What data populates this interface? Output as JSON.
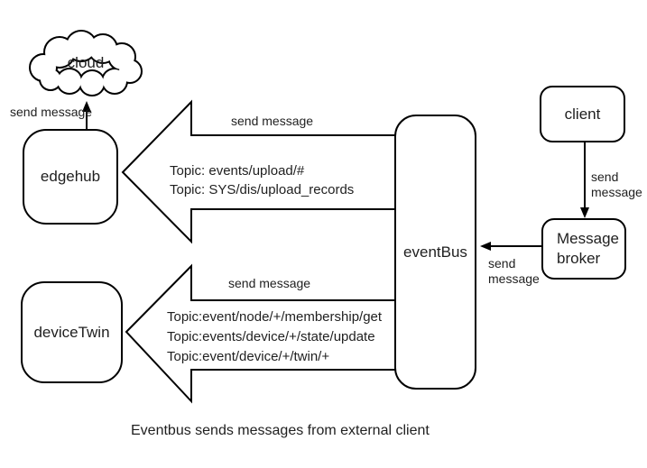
{
  "diagram": {
    "caption": "Eventbus sends messages from external client",
    "nodes": {
      "cloud": {
        "label": "cloud"
      },
      "edgehub": {
        "label": "edgehub"
      },
      "devicetwin": {
        "label": "deviceTwin"
      },
      "eventbus": {
        "label": "eventBus"
      },
      "client": {
        "label": "client"
      },
      "broker": {
        "label": "Message broker"
      }
    },
    "edge_labels": {
      "edgehub_to_cloud": "send message",
      "top_arrow": "send message",
      "bottom_arrow": "send message",
      "client_to_broker": "send message",
      "broker_to_eventbus": "send message"
    },
    "top_topics": [
      "Topic: events/upload/#",
      "Topic: SYS/dis/upload_records"
    ],
    "bottom_topics": [
      "Topic:event/node/+/membership/get",
      "Topic:events/device/+/state/update",
      "Topic:event/device/+/twin/+"
    ]
  },
  "colors": {
    "stroke": "#000000",
    "text": "#1f1f1f",
    "background": "#ffffff"
  }
}
